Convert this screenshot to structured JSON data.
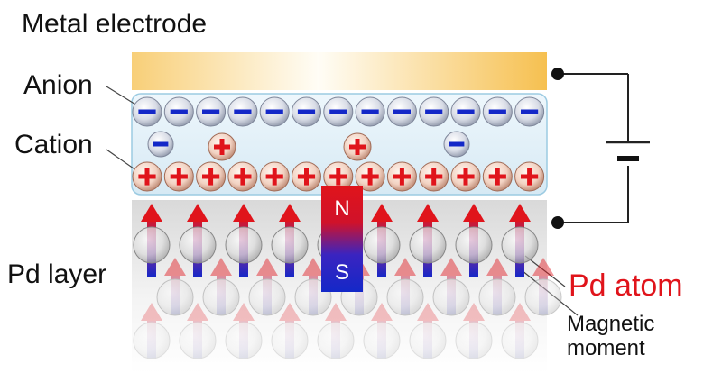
{
  "labels": {
    "metal_electrode": "Metal electrode",
    "anion": "Anion",
    "cation": "Cation",
    "pd_layer": "Pd layer",
    "pd_atom": "Pd atom",
    "magnetic_moment_line1": "Magnetic",
    "magnetic_moment_line2": "moment"
  },
  "magnet": {
    "north": "N",
    "south": "S"
  },
  "colors": {
    "electrode": "#f6c458",
    "anion": "#1428c8",
    "cation": "#e0141b",
    "pd_atom_label": "#e0141b",
    "magnet_north": "#e0141b",
    "magnet_south": "#1428c8"
  },
  "counts": {
    "anion_row": 13,
    "cation_row": 13,
    "floating_anions": 2,
    "floating_cations": 2,
    "pd_columns": 9,
    "pd_rows": 3
  }
}
